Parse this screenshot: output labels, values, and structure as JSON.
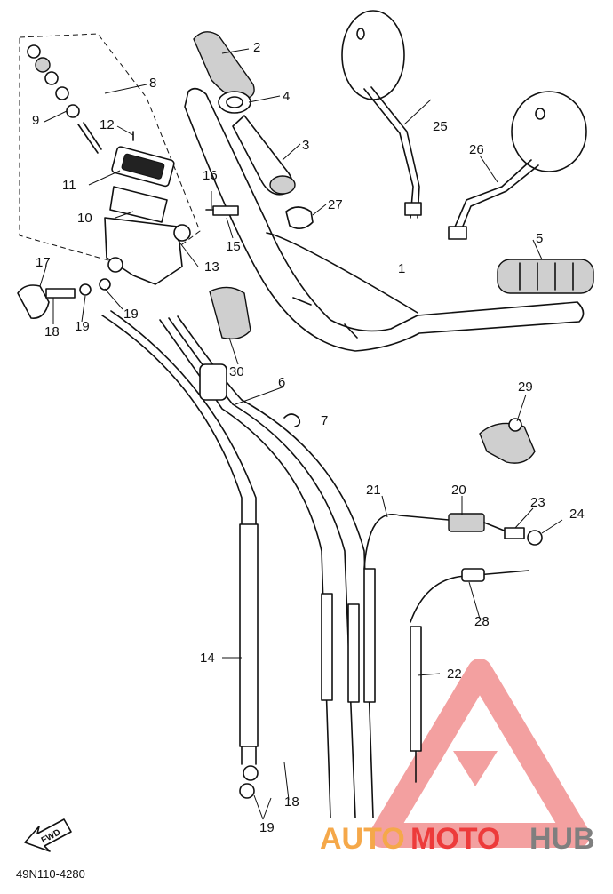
{
  "diagram_code": "49N110-4280",
  "fwd_label": "FWD",
  "watermark": {
    "part_a": "AUTO",
    "part_b": "MOTO",
    "part_c": "HUB",
    "accent": "#ed3b3b",
    "accent2": "#f5a84a",
    "gray": "#7f7f7f"
  },
  "callouts": [
    "1",
    "2",
    "3",
    "4",
    "5",
    "6",
    "7",
    "8",
    "9",
    "10",
    "11",
    "12",
    "13",
    "14",
    "15",
    "16",
    "17",
    "18",
    "19",
    "20",
    "21",
    "22",
    "23",
    "24",
    "25",
    "26",
    "27",
    "28",
    "29",
    "30"
  ],
  "callouts_extra": [
    "18",
    "19",
    "19"
  ]
}
